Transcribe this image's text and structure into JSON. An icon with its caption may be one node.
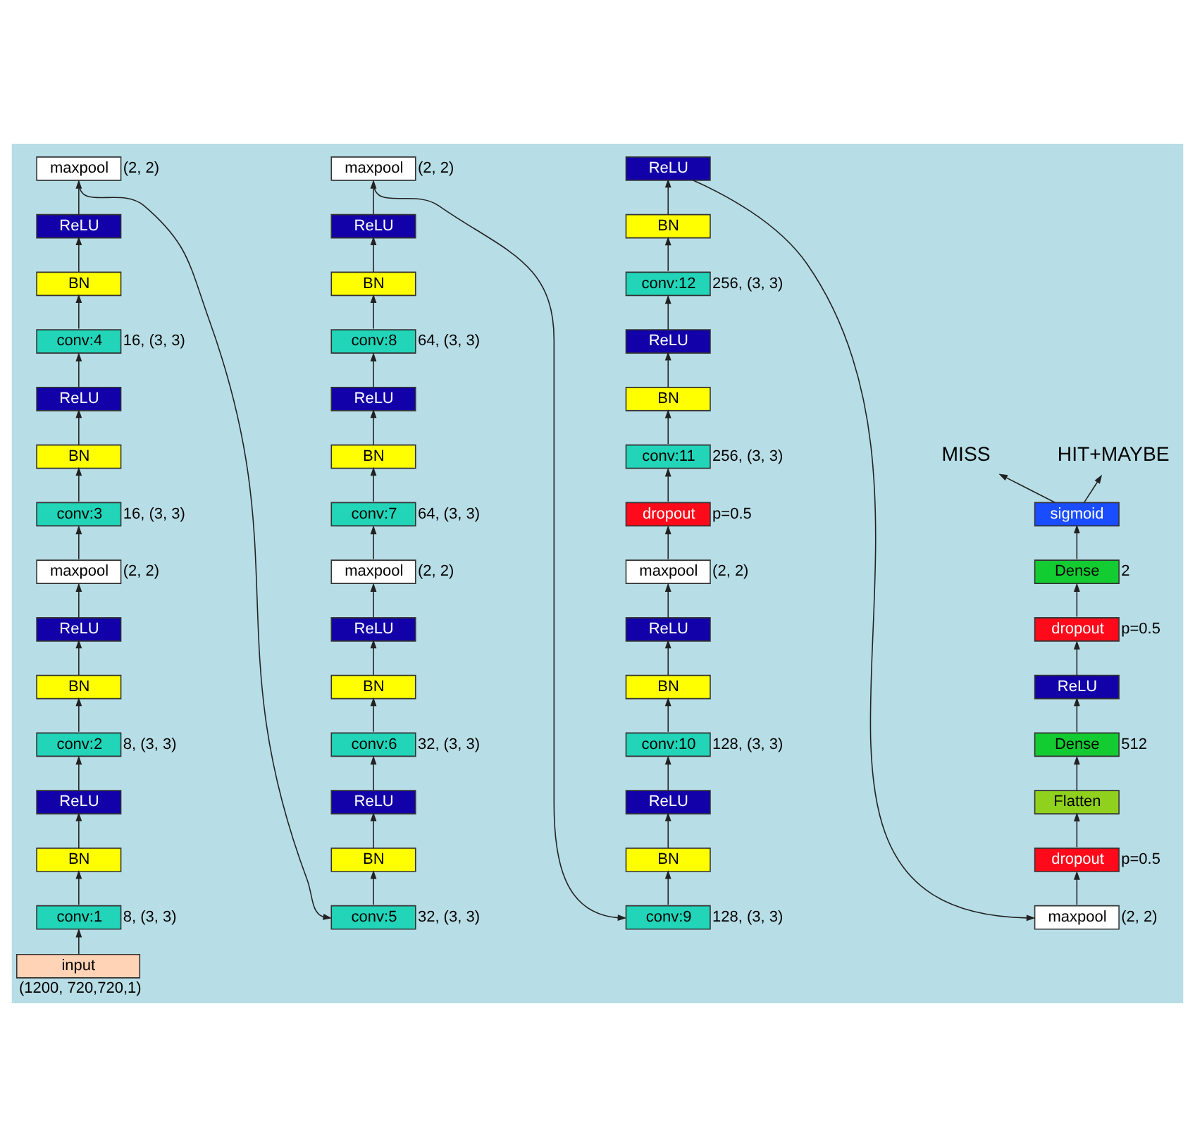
{
  "diagram": {
    "nodes": [
      {
        "text": [
          "input"
        ],
        "beside": [
          "(1200, 720,720,1)"
        ]
      },
      {
        "text": [
          "conv:1"
        ],
        "beside": [
          "8, (3, 3)"
        ]
      },
      {
        "text": [
          "BN"
        ]
      },
      {
        "text": [
          "ReLU"
        ]
      },
      {
        "text": [
          "conv:2"
        ],
        "beside": [
          "8, (3, 3)"
        ]
      },
      {
        "text": [
          "BN"
        ]
      },
      {
        "text": [
          "ReLU"
        ]
      },
      {
        "text": [
          "maxpool"
        ],
        "beside": [
          "(2, 2)"
        ]
      },
      {
        "text": [
          "conv:3"
        ],
        "beside": [
          "16, (3, 3)"
        ]
      },
      {
        "text": [
          "BN"
        ]
      },
      {
        "text": [
          "ReLU"
        ]
      },
      {
        "text": [
          "conv:4"
        ],
        "beside": [
          "16, (3, 3)"
        ]
      },
      {
        "text": [
          "BN"
        ]
      },
      {
        "text": [
          "ReLU"
        ]
      },
      {
        "text": [
          "maxpool"
        ],
        "beside": [
          "(2, 2)"
        ]
      },
      {
        "text": [
          "conv:5"
        ],
        "beside": [
          "32, (3, 3)"
        ]
      },
      {
        "text": [
          "BN"
        ]
      },
      {
        "text": [
          "ReLU"
        ]
      },
      {
        "text": [
          "conv:6"
        ],
        "beside": [
          "32, (3, 3)"
        ]
      },
      {
        "text": [
          "BN"
        ]
      },
      {
        "text": [
          "ReLU"
        ]
      },
      {
        "text": [
          "maxpool"
        ],
        "beside": [
          "(2, 2)"
        ]
      },
      {
        "text": [
          "conv:7"
        ],
        "beside": [
          "64, (3, 3)"
        ]
      },
      {
        "text": [
          "BN"
        ]
      },
      {
        "text": [
          "ReLU"
        ]
      },
      {
        "text": [
          "conv:8"
        ],
        "beside": [
          "64, (3, 3)"
        ]
      },
      {
        "text": [
          "BN"
        ]
      },
      {
        "text": [
          "ReLU"
        ]
      },
      {
        "text": [
          "maxpool"
        ],
        "beside": [
          "(2, 2)"
        ]
      },
      {
        "text": [
          "conv:9"
        ],
        "beside": [
          "128, (3, 3)"
        ]
      },
      {
        "text": [
          "BN"
        ]
      },
      {
        "text": [
          "ReLU"
        ]
      },
      {
        "text": [
          "conv:10"
        ],
        "beside": [
          "128, (3, 3)"
        ]
      },
      {
        "text": [
          "BN"
        ]
      },
      {
        "text": [
          "ReLU"
        ]
      },
      {
        "text": [
          "maxpool"
        ],
        "beside": [
          "(2, 2)"
        ]
      },
      {
        "text": [
          "dropout"
        ],
        "beside": [
          "p=0.5"
        ]
      },
      {
        "text": [
          "conv:11"
        ],
        "beside": [
          "256, (3, 3)"
        ]
      },
      {
        "text": [
          "BN"
        ]
      },
      {
        "text": [
          "ReLU"
        ]
      },
      {
        "text": [
          "conv:12"
        ],
        "beside": [
          "256, (3, 3)"
        ]
      },
      {
        "text": [
          "BN"
        ]
      },
      {
        "text": [
          "ReLU"
        ]
      },
      {
        "text": [
          "maxpool"
        ],
        "beside": [
          "(2, 2)"
        ]
      },
      {
        "text": [
          "dropout"
        ],
        "beside": [
          "p=0.5"
        ]
      },
      {
        "text": [
          "Flatten"
        ]
      },
      {
        "text": [
          "Dense"
        ],
        "beside": [
          "512"
        ]
      },
      {
        "text": [
          "ReLU"
        ]
      },
      {
        "text": [
          "dropout"
        ],
        "beside": [
          "p=0.5"
        ]
      },
      {
        "text": [
          "Dense"
        ],
        "beside": [
          "2"
        ]
      },
      {
        "text": [
          "sigmoid"
        ]
      },
      {
        "text": [
          "MISS"
        ]
      },
      {
        "text": [
          "HIT+MAYBE"
        ]
      }
    ],
    "edges": [
      {
        "from": 0,
        "to": 1,
        "arrow": "to"
      },
      {
        "from": 1,
        "to": 2,
        "arrow": "to"
      },
      {
        "from": 2,
        "to": 3,
        "arrow": "to"
      },
      {
        "from": 3,
        "to": 4,
        "arrow": "to"
      },
      {
        "from": 4,
        "to": 5,
        "arrow": "to"
      },
      {
        "from": 5,
        "to": 6,
        "arrow": "to"
      },
      {
        "from": 6,
        "to": 7,
        "arrow": "to"
      },
      {
        "from": 7,
        "to": 8,
        "arrow": "to"
      },
      {
        "from": 8,
        "to": 9,
        "arrow": "to"
      },
      {
        "from": 9,
        "to": 10,
        "arrow": "to"
      },
      {
        "from": 10,
        "to": 11,
        "arrow": "to"
      },
      {
        "from": 11,
        "to": 12,
        "arrow": "to"
      },
      {
        "from": 12,
        "to": 13,
        "arrow": "to"
      },
      {
        "from": 13,
        "to": 14,
        "arrow": "to"
      },
      {
        "from": 14,
        "to": 15,
        "arrow": "to"
      },
      {
        "from": 15,
        "to": 16,
        "arrow": "to"
      },
      {
        "from": 16,
        "to": 17,
        "arrow": "to"
      },
      {
        "from": 17,
        "to": 18,
        "arrow": "to"
      },
      {
        "from": 18,
        "to": 19,
        "arrow": "to"
      },
      {
        "from": 19,
        "to": 20,
        "arrow": "to"
      },
      {
        "from": 20,
        "to": 21,
        "arrow": "to"
      },
      {
        "from": 21,
        "to": 22,
        "arrow": "to"
      },
      {
        "from": 22,
        "to": 23,
        "arrow": "to"
      },
      {
        "from": 23,
        "to": 24,
        "arrow": "to"
      },
      {
        "from": 24,
        "to": 25,
        "arrow": "to"
      },
      {
        "from": 25,
        "to": 26,
        "arrow": "to"
      },
      {
        "from": 26,
        "to": 27,
        "arrow": "to"
      },
      {
        "from": 27,
        "to": 28,
        "arrow": "to"
      },
      {
        "from": 28,
        "to": 29,
        "arrow": "to"
      },
      {
        "from": 29,
        "to": 30,
        "arrow": "to"
      },
      {
        "from": 30,
        "to": 31,
        "arrow": "to"
      },
      {
        "from": 31,
        "to": 32,
        "arrow": "to"
      },
      {
        "from": 32,
        "to": 33,
        "arrow": "to"
      },
      {
        "from": 33,
        "to": 34,
        "arrow": "to"
      },
      {
        "from": 34,
        "to": 35,
        "arrow": "to"
      },
      {
        "from": 35,
        "to": 36,
        "arrow": "to"
      },
      {
        "from": 36,
        "to": 37,
        "arrow": "to"
      },
      {
        "from": 37,
        "to": 38,
        "arrow": "to"
      },
      {
        "from": 38,
        "to": 39,
        "arrow": "to"
      },
      {
        "from": 39,
        "to": 40,
        "arrow": "to"
      },
      {
        "from": 40,
        "to": 41,
        "arrow": "to"
      },
      {
        "from": 41,
        "to": 42,
        "arrow": "to"
      },
      {
        "from": 42,
        "to": 43,
        "arrow": "to"
      },
      {
        "from": 43,
        "to": 44,
        "arrow": "to"
      },
      {
        "from": 44,
        "to": 45,
        "arrow": "to"
      },
      {
        "from": 45,
        "to": 46,
        "arrow": "to"
      },
      {
        "from": 46,
        "to": 47,
        "arrow": "to"
      },
      {
        "from": 47,
        "to": 48,
        "arrow": "to"
      },
      {
        "from": 48,
        "to": 49,
        "arrow": "to"
      },
      {
        "from": 49,
        "to": 50,
        "arrow": "to"
      },
      {
        "from": 50,
        "to": 51,
        "arrow": "to"
      },
      {
        "from": 50,
        "to": 52,
        "arrow": "to"
      }
    ]
  }
}
